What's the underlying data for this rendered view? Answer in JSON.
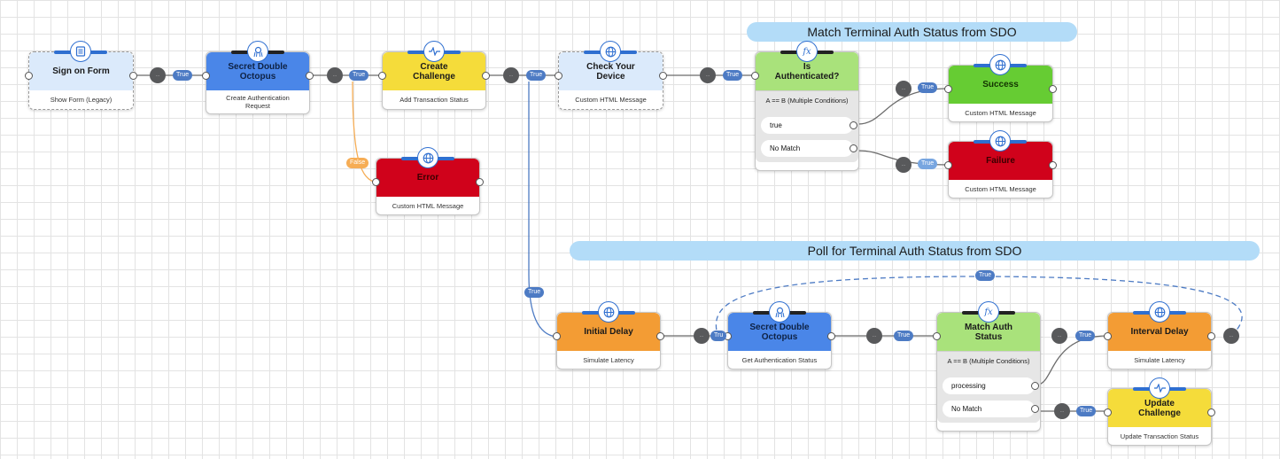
{
  "groups": {
    "match_terminal": "Match Terminal Auth Status from SDO",
    "poll_terminal": "Poll for Terminal Auth Status from SDO"
  },
  "nodes": {
    "sign_on_form": {
      "title": "Sign on Form",
      "subtitle": "Show Form (Legacy)",
      "icon": "form-icon"
    },
    "sdo_create": {
      "title": "Secret Double Octopus",
      "subtitle": "Create Authentication Request",
      "icon": "octopus-icon"
    },
    "create_challenge": {
      "title": "Create Challenge",
      "subtitle": "Add Transaction Status",
      "icon": "pulse-icon"
    },
    "check_device": {
      "title": "Check Your Device",
      "subtitle": "Custom HTML Message",
      "icon": "globe-icon"
    },
    "is_authenticated": {
      "title": "Is Authenticated?",
      "expression": "A == B (Multiple Conditions)",
      "conditions": [
        "true",
        "No Match"
      ],
      "icon": "function-icon"
    },
    "success": {
      "title": "Success",
      "subtitle": "Custom HTML Message",
      "icon": "globe-icon"
    },
    "failure": {
      "title": "Failure",
      "subtitle": "Custom HTML Message",
      "icon": "globe-icon"
    },
    "error": {
      "title": "Error",
      "subtitle": "Custom HTML Message",
      "icon": "globe-icon"
    },
    "initial_delay": {
      "title": "Initial Delay",
      "subtitle": "Simulate Latency",
      "icon": "globe-icon"
    },
    "sdo_get": {
      "title": "Secret Double Octopus",
      "subtitle": "Get Authentication Status",
      "icon": "octopus-icon"
    },
    "match_auth": {
      "title": "Match Auth Status",
      "expression": "A == B (Multiple Conditions)",
      "conditions": [
        "processing",
        "No Match"
      ],
      "icon": "function-icon"
    },
    "interval_delay": {
      "title": "Interval Delay",
      "subtitle": "Simulate Latency",
      "icon": "globe-icon"
    },
    "update_challenge": {
      "title": "Update Challenge",
      "subtitle": "Update Transaction Status",
      "icon": "pulse-icon"
    }
  },
  "edges": {
    "true_label": "True",
    "false_label": "False",
    "short_true_label": "Tru"
  },
  "colors": {
    "wire": "#5a5a5a",
    "true_wire": "#4d7bc4",
    "false_wire": "#f6ad55",
    "group_banner": "#b3dcf8"
  }
}
